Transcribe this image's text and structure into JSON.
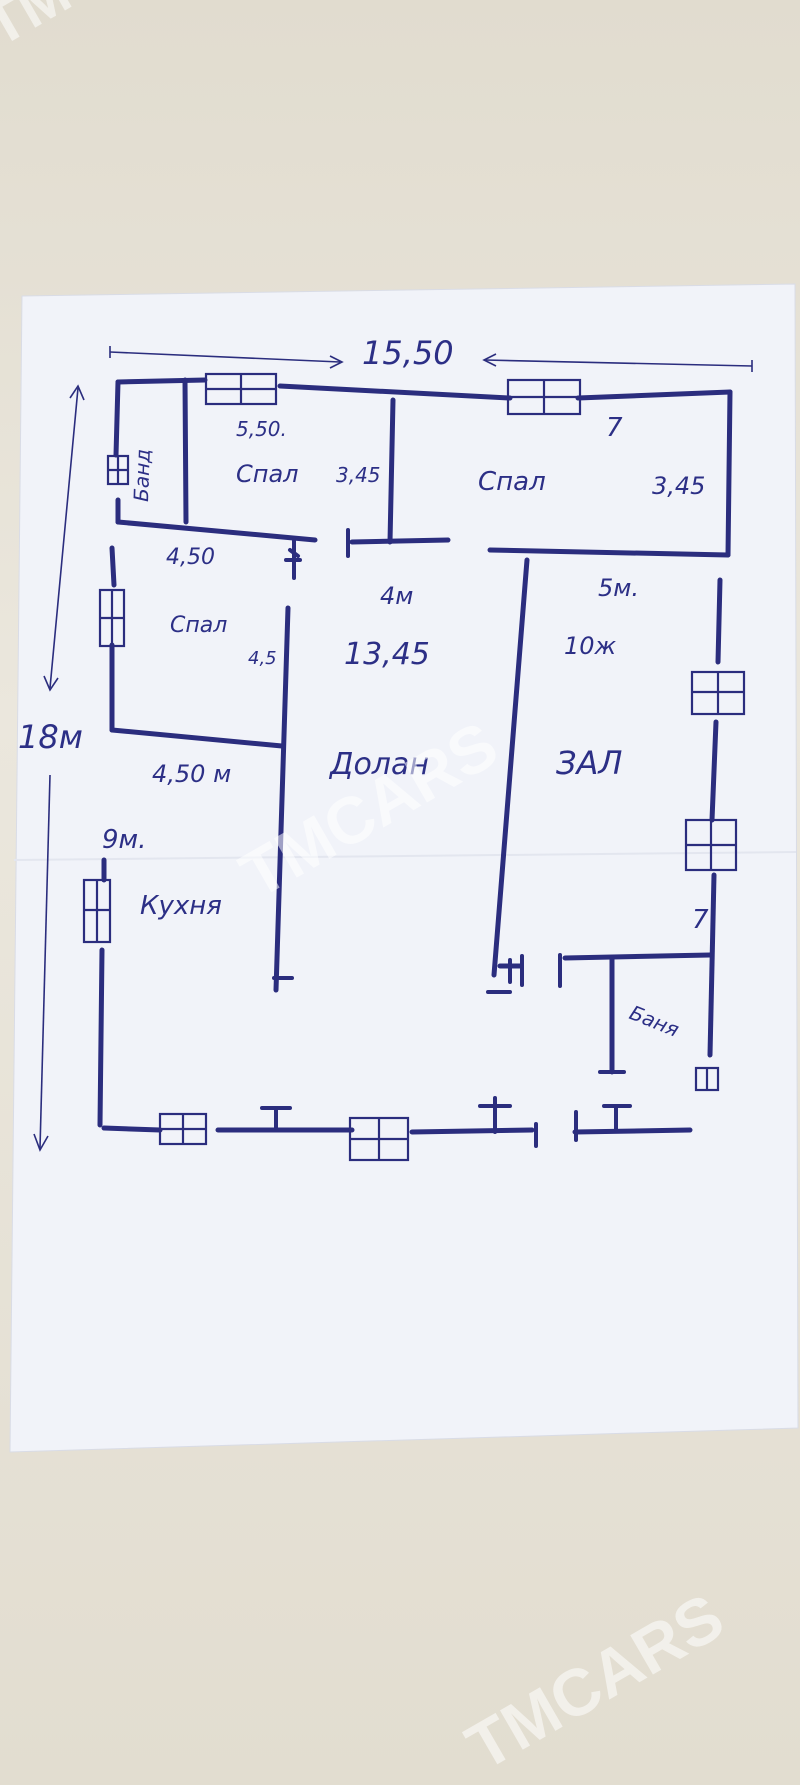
{
  "watermark": {
    "text": "TMCARS"
  },
  "dimensions": {
    "total_width": "15,50",
    "total_height": "18м",
    "width_5_50": "5,50.",
    "width_4_50_top": "4,50",
    "width_4_50_bottom": "4,50 м",
    "width_4m": "4м",
    "width_5m": "5м.",
    "width_9m": "9м.",
    "seven_top": "7",
    "seven_right": "7"
  },
  "rooms": {
    "bedroom1": {
      "label": "Спал",
      "size": "3,45"
    },
    "bedroom2": {
      "label": "Спал",
      "size": "3,45"
    },
    "bedroom3": {
      "label": "Спал",
      "size": "4,5"
    },
    "hall": {
      "label": "Долан",
      "size": "13,45"
    },
    "living": {
      "label": "ЗАЛ",
      "size": "10ж"
    },
    "kitchen": {
      "label": "Кухня"
    },
    "bath_small": {
      "label": "Банд"
    },
    "bath": {
      "label": "Баня"
    }
  },
  "colors": {
    "ink": "#2b2d7e",
    "paper": "#f1f3f9",
    "background": "#e4dfd2"
  }
}
